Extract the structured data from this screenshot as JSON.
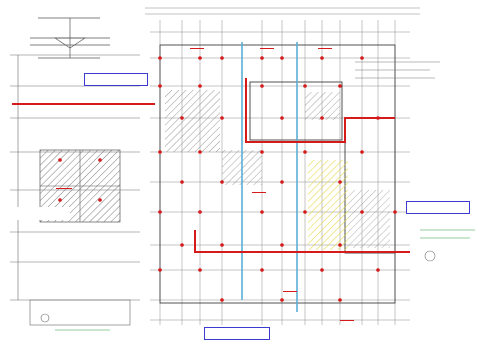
{
  "colors": {
    "background": "#ffffff",
    "grid": "#9a9a9a",
    "structure": "#4a4a4a",
    "red": "#d51a1a",
    "blue_grid": "#5aaed6",
    "label_border": "#3b3bd0",
    "hatch_yellow": "#f3ec5c",
    "green_note": "#2e9b3a"
  },
  "icons": [
    "column-marker",
    "hatched-zone",
    "section-line"
  ]
}
